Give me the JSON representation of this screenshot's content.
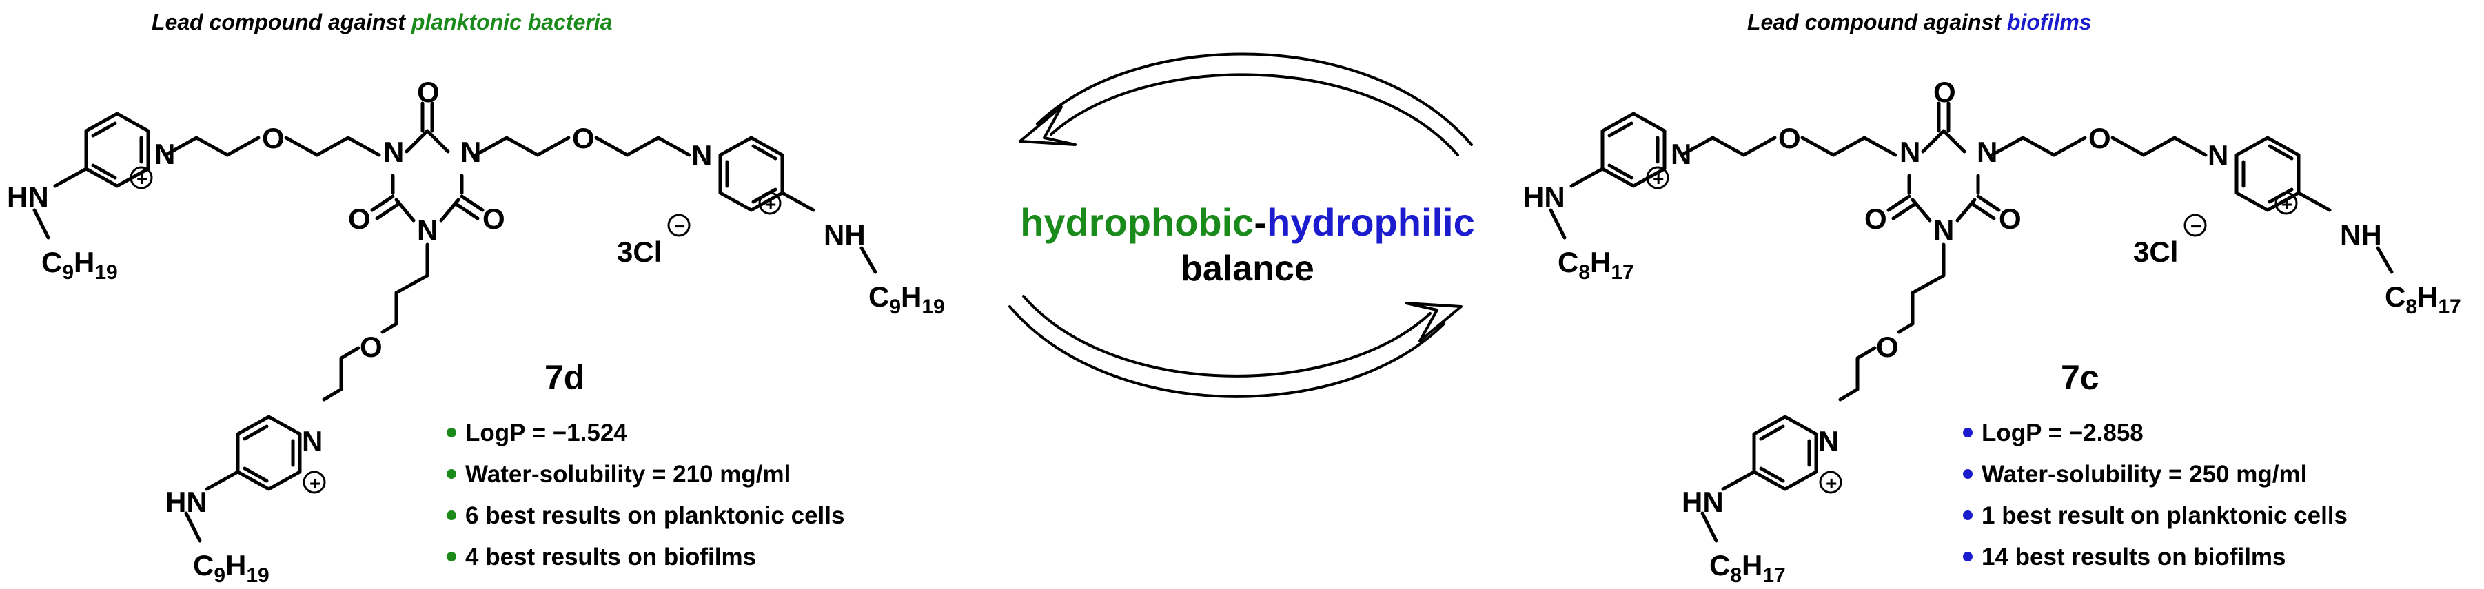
{
  "left_panel": {
    "title_prefix": "Lead compound against ",
    "title_highlight": "planktonic bacteria",
    "highlight_color": "#1a8a1a",
    "compound_id": "7d",
    "alkyl_chain": "9",
    "alkyl_h": "19",
    "counterion": "3Cl",
    "properties": [
      "LogP = −1.524",
      "Water-solubility = 210 mg/ml",
      "6 best results on planktonic cells",
      "4 best results on biofilms"
    ]
  },
  "right_panel": {
    "title_prefix": "Lead compound against ",
    "title_highlight": "biofilms",
    "highlight_color": "#1c1ccf",
    "compound_id": "7c",
    "alkyl_chain": "8",
    "alkyl_h": "17",
    "counterion": "3Cl",
    "properties": [
      "LogP = −2.858",
      "Water-solubility = 250 mg/ml",
      "1 best result on planktonic cells",
      "14 best results on biofilms"
    ]
  },
  "center": {
    "word_hydrophobic": "hydrophobic",
    "dash": "-",
    "word_hydrophilic": "hydrophilic",
    "word_balance": "balance"
  },
  "atoms": {
    "N": "N",
    "O": "O",
    "HN": "HN",
    "NH": "NH",
    "C": "C",
    "H": "H",
    "plus": "+",
    "minus": "−"
  }
}
